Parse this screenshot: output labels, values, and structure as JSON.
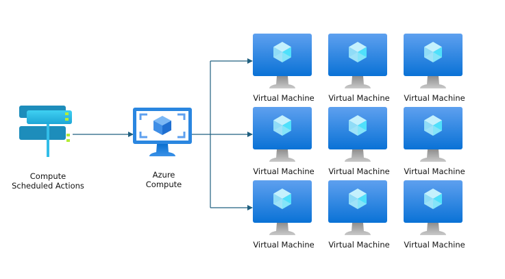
{
  "diagram": {
    "source": {
      "label_line1": "Compute",
      "label_line2": "Scheduled Actions",
      "icon": "server-rack-icon"
    },
    "hub": {
      "label_line1": "Azure",
      "label_line2": "Compute",
      "icon": "azure-compute-monitor-icon"
    },
    "targets": [
      {
        "label": "Virtual Machine",
        "icon": "virtual-machine-icon"
      },
      {
        "label": "Virtual Machine",
        "icon": "virtual-machine-icon"
      },
      {
        "label": "Virtual Machine",
        "icon": "virtual-machine-icon"
      },
      {
        "label": "Virtual Machine",
        "icon": "virtual-machine-icon"
      },
      {
        "label": "Virtual Machine",
        "icon": "virtual-machine-icon"
      },
      {
        "label": "Virtual Machine",
        "icon": "virtual-machine-icon"
      },
      {
        "label": "Virtual Machine",
        "icon": "virtual-machine-icon"
      },
      {
        "label": "Virtual Machine",
        "icon": "virtual-machine-icon"
      },
      {
        "label": "Virtual Machine",
        "icon": "virtual-machine-icon"
      }
    ],
    "colors": {
      "connector": "#1f5f7f",
      "monitor_top": "#5ea0ef",
      "monitor_bottom": "#0a72d6",
      "server_dark": "#1d8dbb",
      "server_light": "#40c8ee",
      "led": "#b4ec36"
    }
  }
}
